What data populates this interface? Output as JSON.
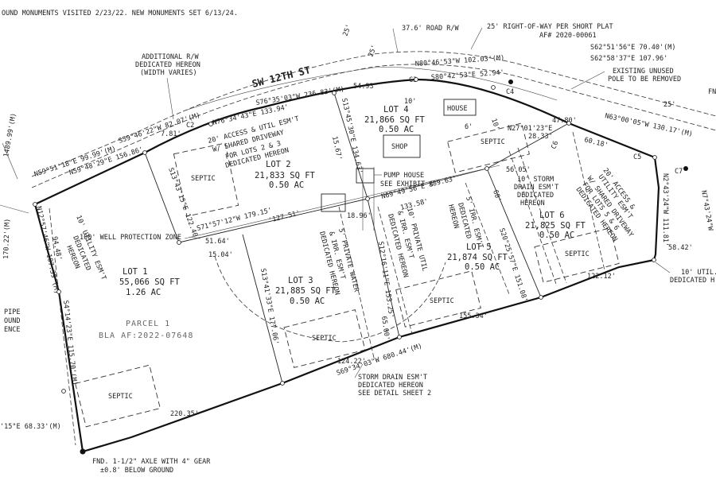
{
  "header_note": "OUND MONUMENTS VISITED 2/23/22. NEW MONUMENTS SET 6/13/24.",
  "road": {
    "name": "SW 12TH ST",
    "row": "37.6' ROAD R/W"
  },
  "row_short_plat": [
    "25' RIGHT-OF-WAY PER SHORT PLAT",
    "AF# 2020-00061"
  ],
  "additional_rw": [
    "ADDITIONAL R/W",
    "DEDICATED HEREON",
    "(WIDTH VARIES)"
  ],
  "pole_note": [
    "EXISTING UNUSED",
    "POLE TO BE REMOVED"
  ],
  "lots": [
    {
      "name": "LOT 1",
      "sqft": "55,066 SQ FT",
      "ac": "1.26 AC"
    },
    {
      "name": "LOT 2",
      "sqft": "21,833 SQ FT",
      "ac": "0.50 AC"
    },
    {
      "name": "LOT 3",
      "sqft": "21,885 SQ FT",
      "ac": "0.50 AC"
    },
    {
      "name": "LOT 4",
      "sqft": "21,866 SQ FT",
      "ac": "0.50 AC"
    },
    {
      "name": "LOT 5",
      "sqft": "21,874 SQ FT",
      "ac": "0.50 AC"
    },
    {
      "name": "LOT 6",
      "sqft": "21,825 SQ FT",
      "ac": "0.50 AC"
    }
  ],
  "parcel": [
    "PARCEL 1",
    "BLA AF:2022-07648"
  ],
  "septic": "SEPTIC",
  "structures": {
    "house": "HOUSE",
    "shop": "SHOP"
  },
  "easements": {
    "access_2_3": [
      "20' ACCESS & UTIL ESM'T",
      "W/ SHARED DRIVEWAY",
      "FOR LOTS 2 & 3",
      "DEDICATED HEREON"
    ],
    "access_5_6": [
      "20' ACCESS &",
      "UTILITY ESM'T",
      "W/ SHARED DRIVEWAY",
      "FOR LOTS 5 & 6",
      "DEDICATED HEREON"
    ],
    "utility_10_left": [
      "10' UTILITY ESM'T",
      "DEDICATED",
      "HEREON"
    ],
    "pump_house": [
      "PUMP HOUSE",
      "SEE EXHIBIT A"
    ],
    "well_zone": "100' WELL PROTECTION ZONE",
    "private_water": [
      "5' PRIVATE WATER",
      "& IRR. ESM'T",
      "DEDICATED HEREON"
    ],
    "private_util": [
      "10' PRIVATE UTIL",
      "& IRR. ESM'T",
      "DEDICATED HEREON"
    ],
    "irr_5": [
      "5' IRR. ESM'T",
      "DEDICATED",
      "HEREON"
    ],
    "storm_10": [
      "10' STORM",
      "DRAIN ESM'T",
      "DEDICATED",
      "HEREON"
    ],
    "storm_bottom": [
      "STORM DRAIN ESM'T",
      "DEDICATED HEREON",
      "SEE DETAIL SHEET 2"
    ],
    "util_right": [
      "10' UTIL.",
      "DEDICATED H"
    ]
  },
  "monument_note": [
    "FND. 1-1/2\" AXLE WITH 4\" GEAR",
    "±0.8' BELOW GROUND"
  ],
  "left_notes": [
    "PIPE",
    "OUND",
    "ENCE"
  ],
  "bearings": {
    "b1": "S76°35'03\"W 236.83'(M)",
    "b2": "N76°34'43\"E 133.94'",
    "b3": "54.93'",
    "b4": "N80°46'53\"W 102.03'(M)",
    "b5": "S80°42'53\"E 52.94'",
    "b6": "S62°51'56\"E 70.40'(M)",
    "b7": "S62°58'37\"E 107.96'",
    "b8": "N63°00'05\"W 130.17'(M)",
    "b9": "S59°46'22\"W 82.07'(M)",
    "b10": "N59°48'29\"E 156.86'",
    "b11": "N59°51'18\"E 99.99'(M)",
    "b12": "N12°57'46\"W 107.39'(M)",
    "b13": "94.48'",
    "b14": "S4°14'23\"E 115.70'(M)",
    "b15": "S13°43'15\"E 122.40'",
    "b16": "S71°57'12\"W 179.15'",
    "b17": "'127.51'",
    "b18": "51.64'",
    "b19": "15.04'",
    "b20": "S13°41'33\"E 177.06'",
    "b21": "S13°45'30\"E 134.63'",
    "b22": "15.67'",
    "b23": "N69°49'56\"E 189.63'",
    "b24": "133.58'",
    "b25": "18.96'",
    "b26": "S12°16'11\"E 153.25'",
    "b27": "65.00'",
    "b28": "S20°25'57\"E 151.08'",
    "b29": "155.34'",
    "b30": "S69°34'03\"W 680.44'(M)",
    "b31": "124.22'",
    "b32": "220.35'",
    "b33": "122.12'",
    "b34": "N27°01'23\"E",
    "b35": "28.33'",
    "b36": "47.80'",
    "b37": "56.05'",
    "b38": "60.18'",
    "b39": "N2°43'24\"W 111.81'",
    "b40": "N7°43'24\"W",
    "b41": "58.42'",
    "b42": "'15\"E 68.33'(M)",
    "b43": "7.81'",
    "b44": "60'",
    "b45": "10'",
    "b46": "6'",
    "b47": "10'",
    "b48": "25'",
    "b49": "25'",
    "b50": "25'",
    "b51": "170.22'(M)",
    "b52": "1489.99'(M)",
    "b53": "FN"
  },
  "curves": [
    "C2",
    "C3",
    "C4",
    "C5",
    "C6",
    "C7"
  ]
}
